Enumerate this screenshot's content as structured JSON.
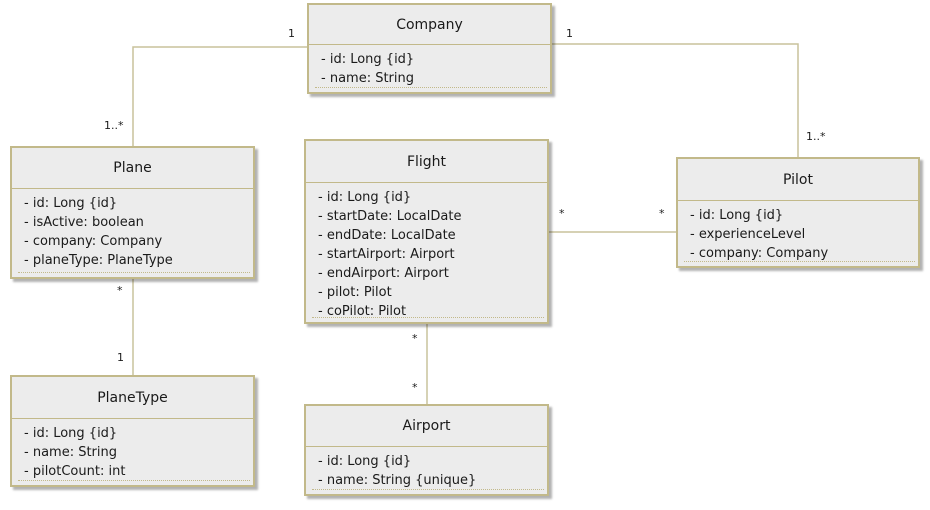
{
  "diagram": {
    "classes": {
      "company": {
        "name": "Company",
        "attributes": [
          "id: Long {id}",
          "name: String"
        ]
      },
      "plane": {
        "name": "Plane",
        "attributes": [
          "id: Long {id}",
          "isActive: boolean",
          "company: Company",
          "planeType: PlaneType"
        ]
      },
      "flight": {
        "name": "Flight",
        "attributes": [
          "id: Long {id}",
          "startDate: LocalDate",
          "endDate: LocalDate",
          "startAirport: Airport",
          "endAirport: Airport",
          "pilot: Pilot",
          "coPilot: Pilot"
        ]
      },
      "pilot": {
        "name": "Pilot",
        "attributes": [
          "id: Long {id}",
          "experienceLevel",
          "company: Company"
        ]
      },
      "planetype": {
        "name": "PlaneType",
        "attributes": [
          "id: Long {id}",
          "name: String",
          "pilotCount: int"
        ]
      },
      "airport": {
        "name": "Airport",
        "attributes": [
          "id: Long {id}",
          "name: String {unique}"
        ]
      }
    },
    "multiplicities": {
      "company_plane_company_end": "1",
      "company_plane_plane_end": "1..*",
      "company_pilot_company_end": "1",
      "company_pilot_pilot_end": "1..*",
      "plane_planetype_plane_end": "*",
      "plane_planetype_planetype_end": "1",
      "flight_pilot_flight_end": "*",
      "flight_pilot_pilot_end": "*",
      "flight_airport_flight_end": "*",
      "flight_airport_airport_end": "*"
    },
    "colors": {
      "border": "#c2b98a",
      "fill": "#ececec",
      "line": "#c9c29c"
    }
  }
}
